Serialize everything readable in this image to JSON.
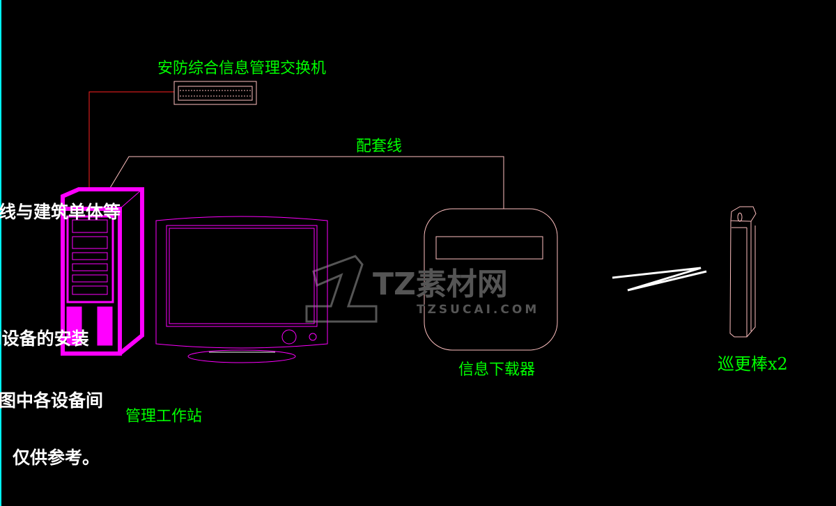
{
  "labels": {
    "switch": "安防综合信息管理交换机",
    "cable": "配套线",
    "workstation": "管理工作站",
    "downloader": "信息下载器",
    "patrol_stick": "巡更棒x2"
  },
  "notes": [
    "线与建筑单体等",
    "l设备的安装",
    "图中各设备间",
    "仅供参考。"
  ],
  "watermark": {
    "brand": "TZ素材网",
    "url": "TZSUCAI.COM"
  },
  "colors": {
    "magenta": "#ff00ff",
    "pink": "#ffc0c0",
    "green": "#00ff00",
    "red": "#ff2020",
    "cyan": "#00ffff"
  }
}
